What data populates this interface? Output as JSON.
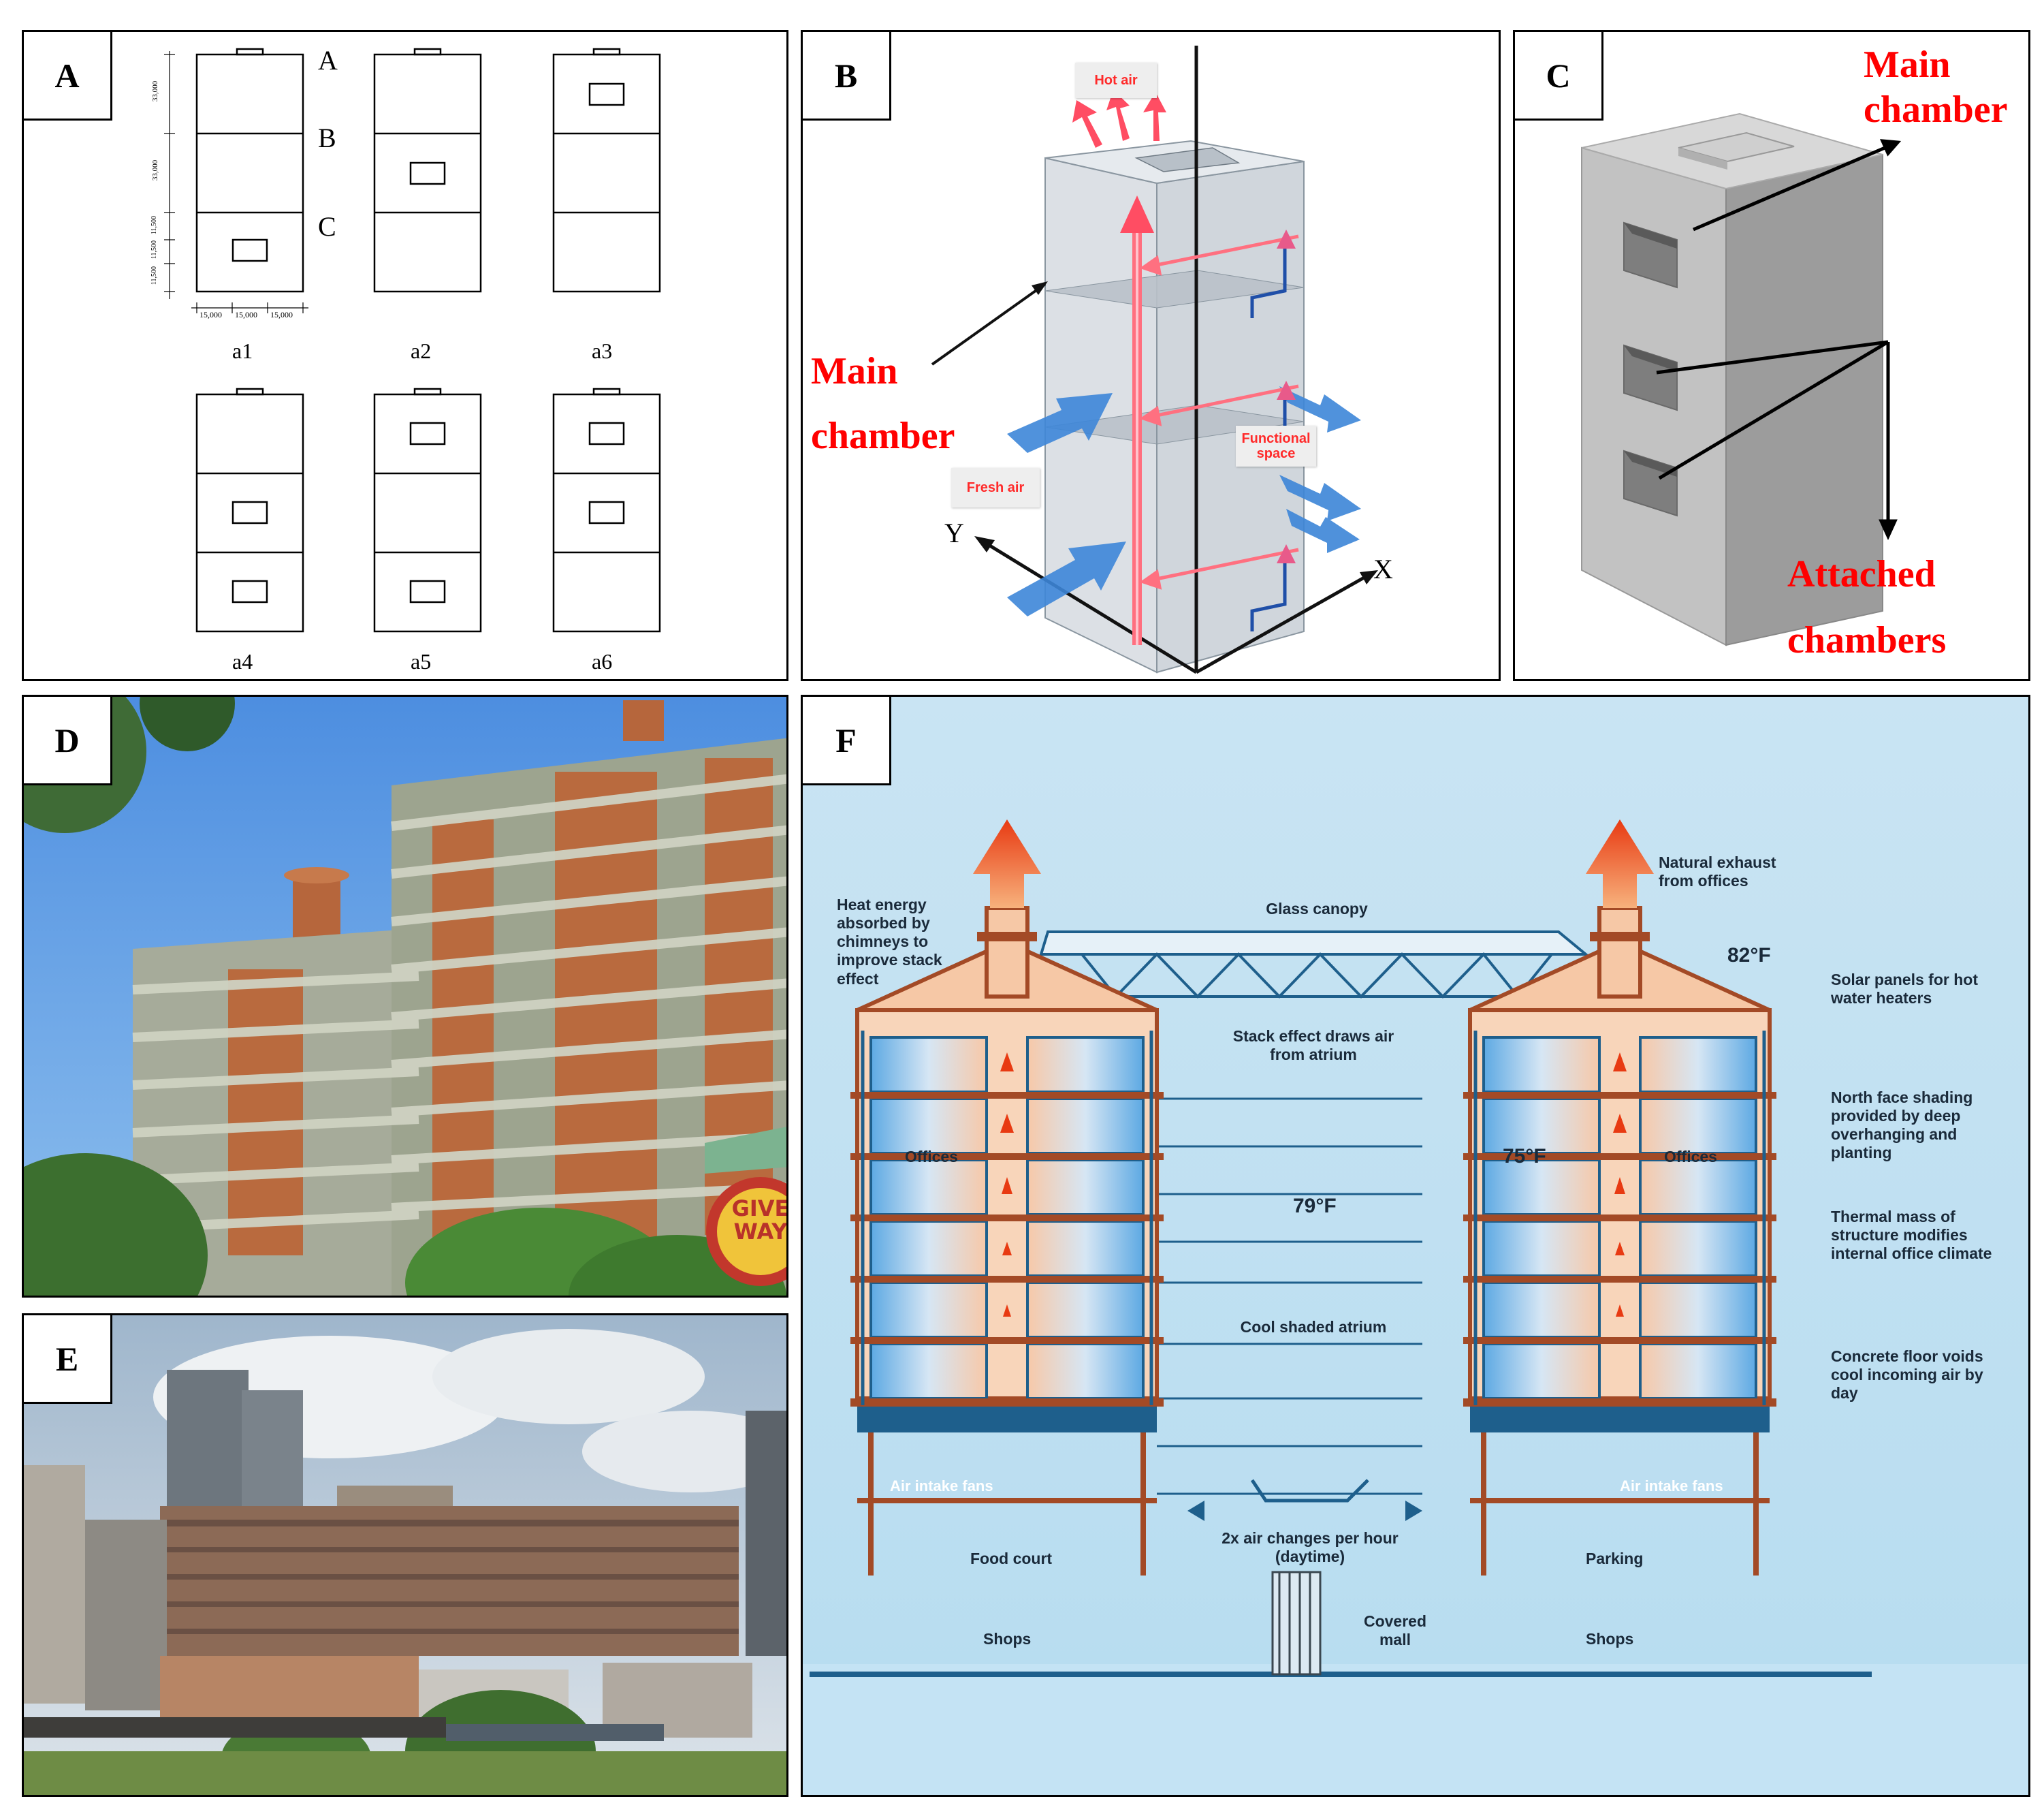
{
  "panels": {
    "A": {
      "letter": "A",
      "level_labels": [
        "A",
        "B",
        "C"
      ],
      "dims_vertical": [
        "33,000",
        "33,000",
        "11,500",
        "11,500",
        "11,500"
      ],
      "dims_horizontal": [
        "15,000",
        "15,000",
        "15,000"
      ],
      "variants": [
        "a1",
        "a2",
        "a3",
        "a4",
        "a5",
        "a6"
      ]
    },
    "B": {
      "letter": "B",
      "hot_air": "Hot air",
      "fresh_air": "Fresh air",
      "functional_space": "Functional space",
      "main_chamber_1": "Main",
      "main_chamber_2": "chamber",
      "axis_x": "X",
      "axis_y": "Y"
    },
    "C": {
      "letter": "C",
      "main_1": "Main",
      "main_2": "chamber",
      "attached_1": "Attached",
      "attached_2": "chambers"
    },
    "D": {
      "letter": "D",
      "sign_1": "GIVE",
      "sign_2": "WAY"
    },
    "E": {
      "letter": "E"
    },
    "F": {
      "letter": "F",
      "heat_energy": "Heat energy absorbed by chimneys to improve stack effect",
      "natural_exhaust": "Natural exhaust from offices",
      "glass_canopy": "Glass canopy",
      "temp_outside": "82°F",
      "stack_effect": "Stack effect draws air from atrium",
      "temp_atrium": "79°F",
      "temp_office": "75°F",
      "offices_left": "Offices",
      "offices_right": "Offices",
      "cool_atrium": "Cool shaded atrium",
      "air_intake_left": "Air intake fans",
      "air_intake_right": "Air intake fans",
      "air_changes": "2x air changes per hour (daytime)",
      "food_court": "Food court",
      "parking": "Parking",
      "shops_left": "Shops",
      "shops_right": "Shops",
      "covered_mall": "Covered mall",
      "solar": "Solar panels for hot water heaters",
      "north_face": "North face shading provided by deep overhanging and planting",
      "thermal_mass": "Thermal mass of structure modifies internal office climate",
      "concrete_floor": "Concrete floor voids cool incoming air by day"
    }
  },
  "colors": {
    "red_label": "#ff0000",
    "panel_f_bg": "#c7e3f2",
    "building_orange": "#f6c8a6",
    "structure_brown": "#a34a26",
    "duct_blue": "#1e5f8c",
    "sky_blue": "#5d9ae0"
  }
}
